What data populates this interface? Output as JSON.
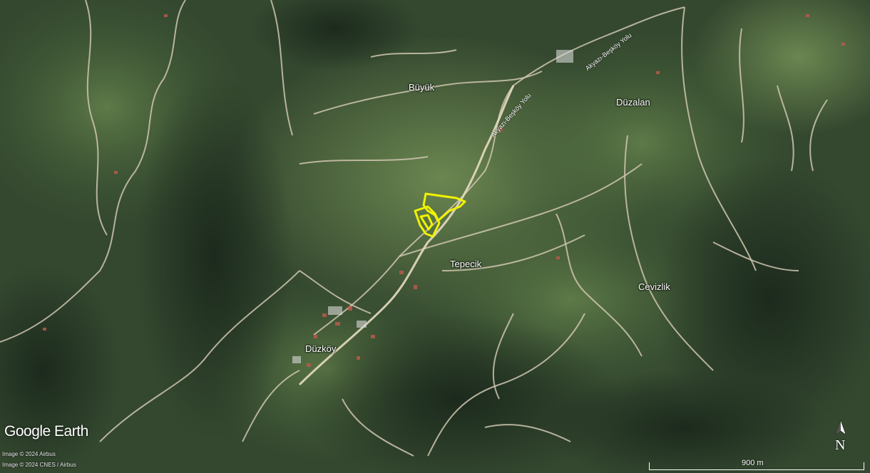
{
  "map": {
    "places": {
      "buyuk": "Büyük",
      "duzalan": "Düzalan",
      "tepecik": "Tepecik",
      "cevizlik": "Cevizlik",
      "duzkoy": "Düzköy"
    },
    "roads": {
      "road_upper": "Akyazı-Beşköy Yolu",
      "road_middle": "Akyazı-Beşköy Yolu"
    },
    "branding": {
      "logo": "Google Earth",
      "credit_1": "Image © 2024 Airbus",
      "credit_2": "Image © 2024 CNES / Airbus"
    },
    "scale_bar": {
      "label": "900 m"
    },
    "north_arrow": {
      "letter": "N"
    },
    "highlight_color": "#f2f200",
    "icons": {
      "north": "north-arrow-icon"
    }
  }
}
